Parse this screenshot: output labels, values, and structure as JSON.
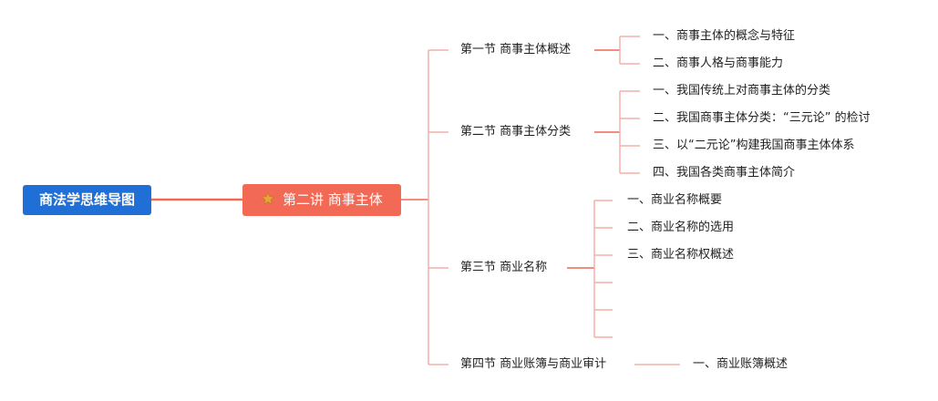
{
  "root": {
    "label": "商法学思维导图"
  },
  "chapter": {
    "label": "第二讲 商事主体",
    "icon": "star-icon"
  },
  "sections": [
    {
      "label": "第一节 商事主体概述",
      "items": [
        "一、商事主体的概念与特征",
        "二、商事人格与商事能力"
      ]
    },
    {
      "label": "第二节 商事主体分类",
      "items": [
        "一、我国传统上对商事主体的分类",
        "二、我国商事主体分类：“三元论” 的检讨",
        "三、以“二元论”构建我国商事主体体系",
        "四、我国各类商事主体简介"
      ]
    },
    {
      "label": "第三节 商业名称",
      "items": [
        "一、商业名称概要",
        "二、商业名称的选用",
        "三、商业名称权概述"
      ]
    },
    {
      "label": "第四节  商业账簿与商业审计",
      "items": [
        "一、商业账簿概述"
      ]
    }
  ],
  "colors": {
    "root": "#1f6fd6",
    "chapter": "#f26a55",
    "line": "#f08c80",
    "line_light": "#f4b0a8"
  }
}
